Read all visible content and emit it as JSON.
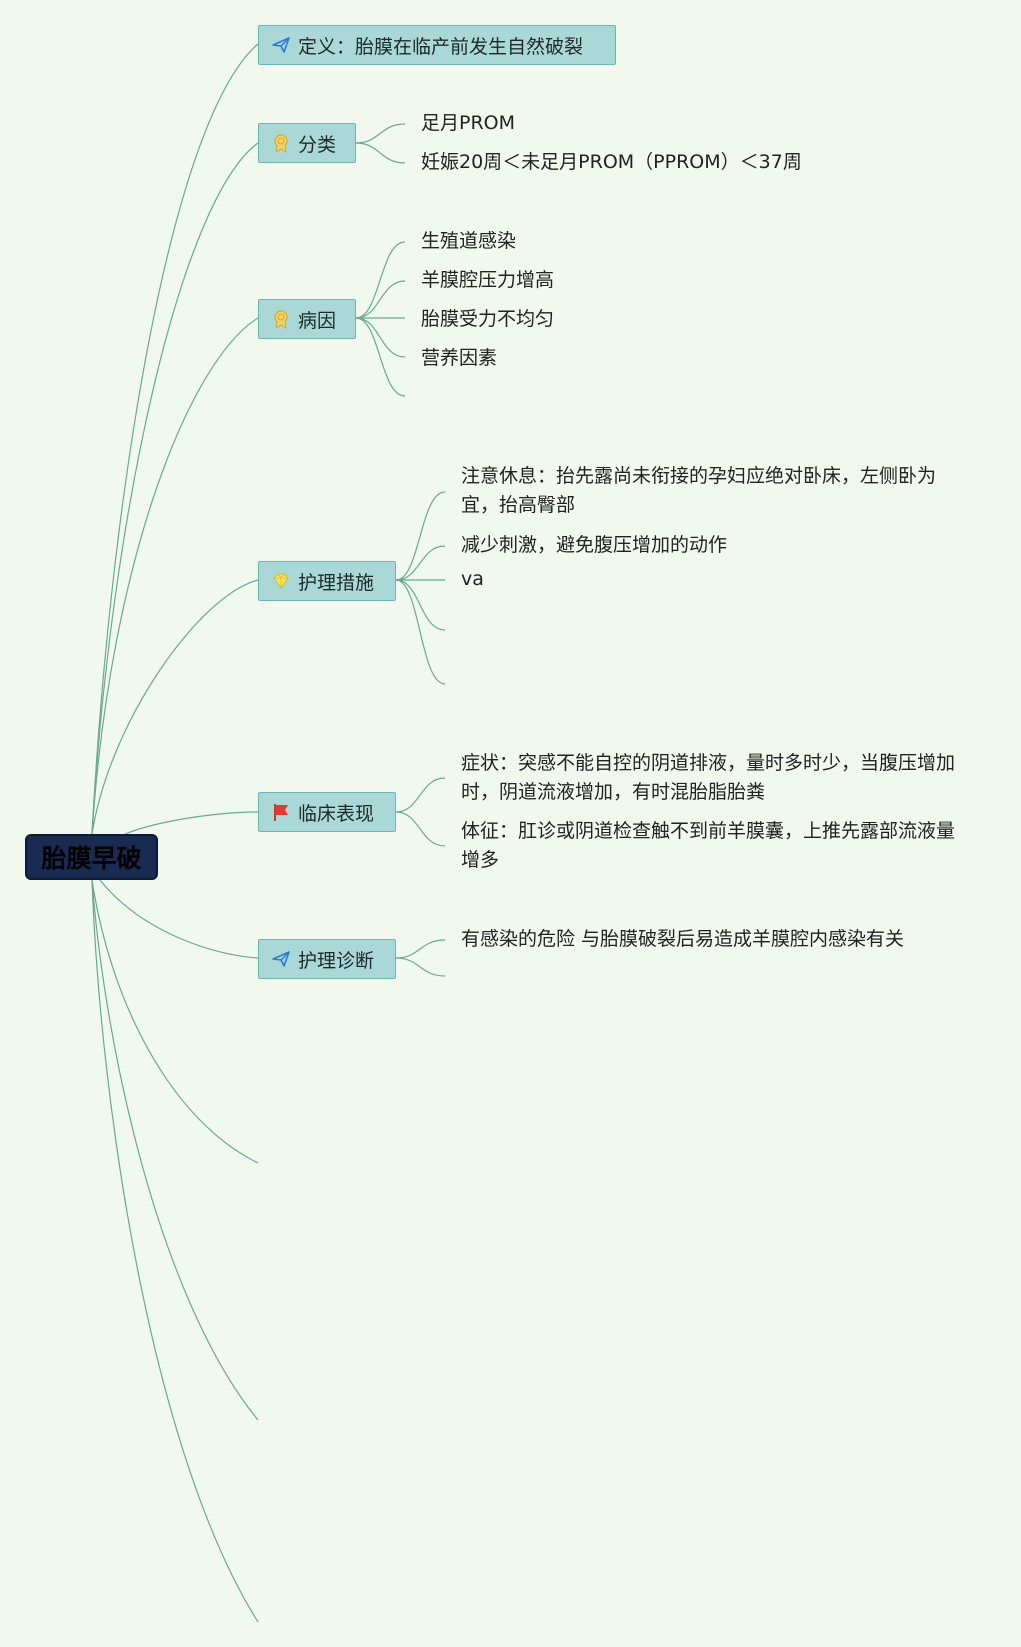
{
  "root": {
    "label": "胎膜早破"
  },
  "topics": [
    {
      "id": "definition",
      "label": "定义：胎膜在临产前发生自然破裂",
      "icon": "paper-plane-icon"
    },
    {
      "id": "classification",
      "label": "分类",
      "icon": "award-medal-icon",
      "children": [
        "足月PROM",
        "妊娠20周＜未足月PROM（PPROM）＜37周"
      ]
    },
    {
      "id": "etiology",
      "label": "病因",
      "icon": "award-medal-icon",
      "children": [
        "生殖道感染",
        "羊膜腔压力增高",
        "胎膜受力不均匀",
        "营养因素"
      ]
    },
    {
      "id": "nursing-measures",
      "label": "护理措施",
      "icon": "diamond-gem-icon",
      "children": [
        "注意休息：抬先露尚未衔接的孕妇应绝对卧床，左侧卧为宜，抬高臀部",
        "减少刺激，避免腹压增加的动作",
        "va"
      ]
    },
    {
      "id": "clinical-manifestations",
      "label": "临床表现",
      "icon": "red-flag-icon",
      "children": [
        "症状：突感不能自控的阴道排液，量时多时少，当腹压增加时，阴道流液增加，有时混胎脂胎粪",
        "体征：肛诊或阴道检查触不到前羊膜囊，上推先露部流液量增多"
      ]
    },
    {
      "id": "nursing-diagnosis",
      "label": "护理诊断",
      "icon": "paper-plane-icon",
      "children": [
        "有感染的危险 与胎膜破裂后易造成羊膜腔内感染有关"
      ]
    }
  ],
  "colors": {
    "background": "#f1f9ee",
    "root_fill": "#1a2b52",
    "topic_fill": "#a9d8d6",
    "link": "#6aa892"
  }
}
